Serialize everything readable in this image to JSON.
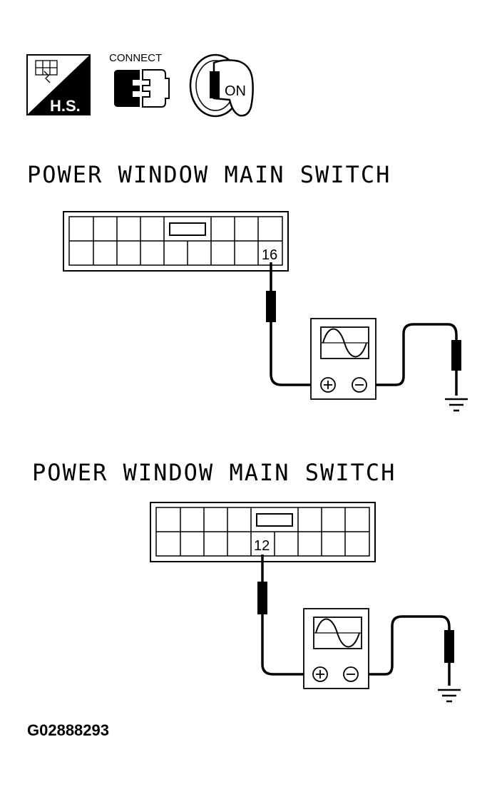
{
  "icons": {
    "hs_label": "H.S.",
    "connect_label": "CONNECT",
    "ignition_label": "ON"
  },
  "diagrams": [
    {
      "title": "POWER WINDOW MAIN SWITCH",
      "pin": "16"
    },
    {
      "title": "POWER WINDOW MAIN SWITCH",
      "pin": "12"
    }
  ],
  "figure_code": "G02888293"
}
